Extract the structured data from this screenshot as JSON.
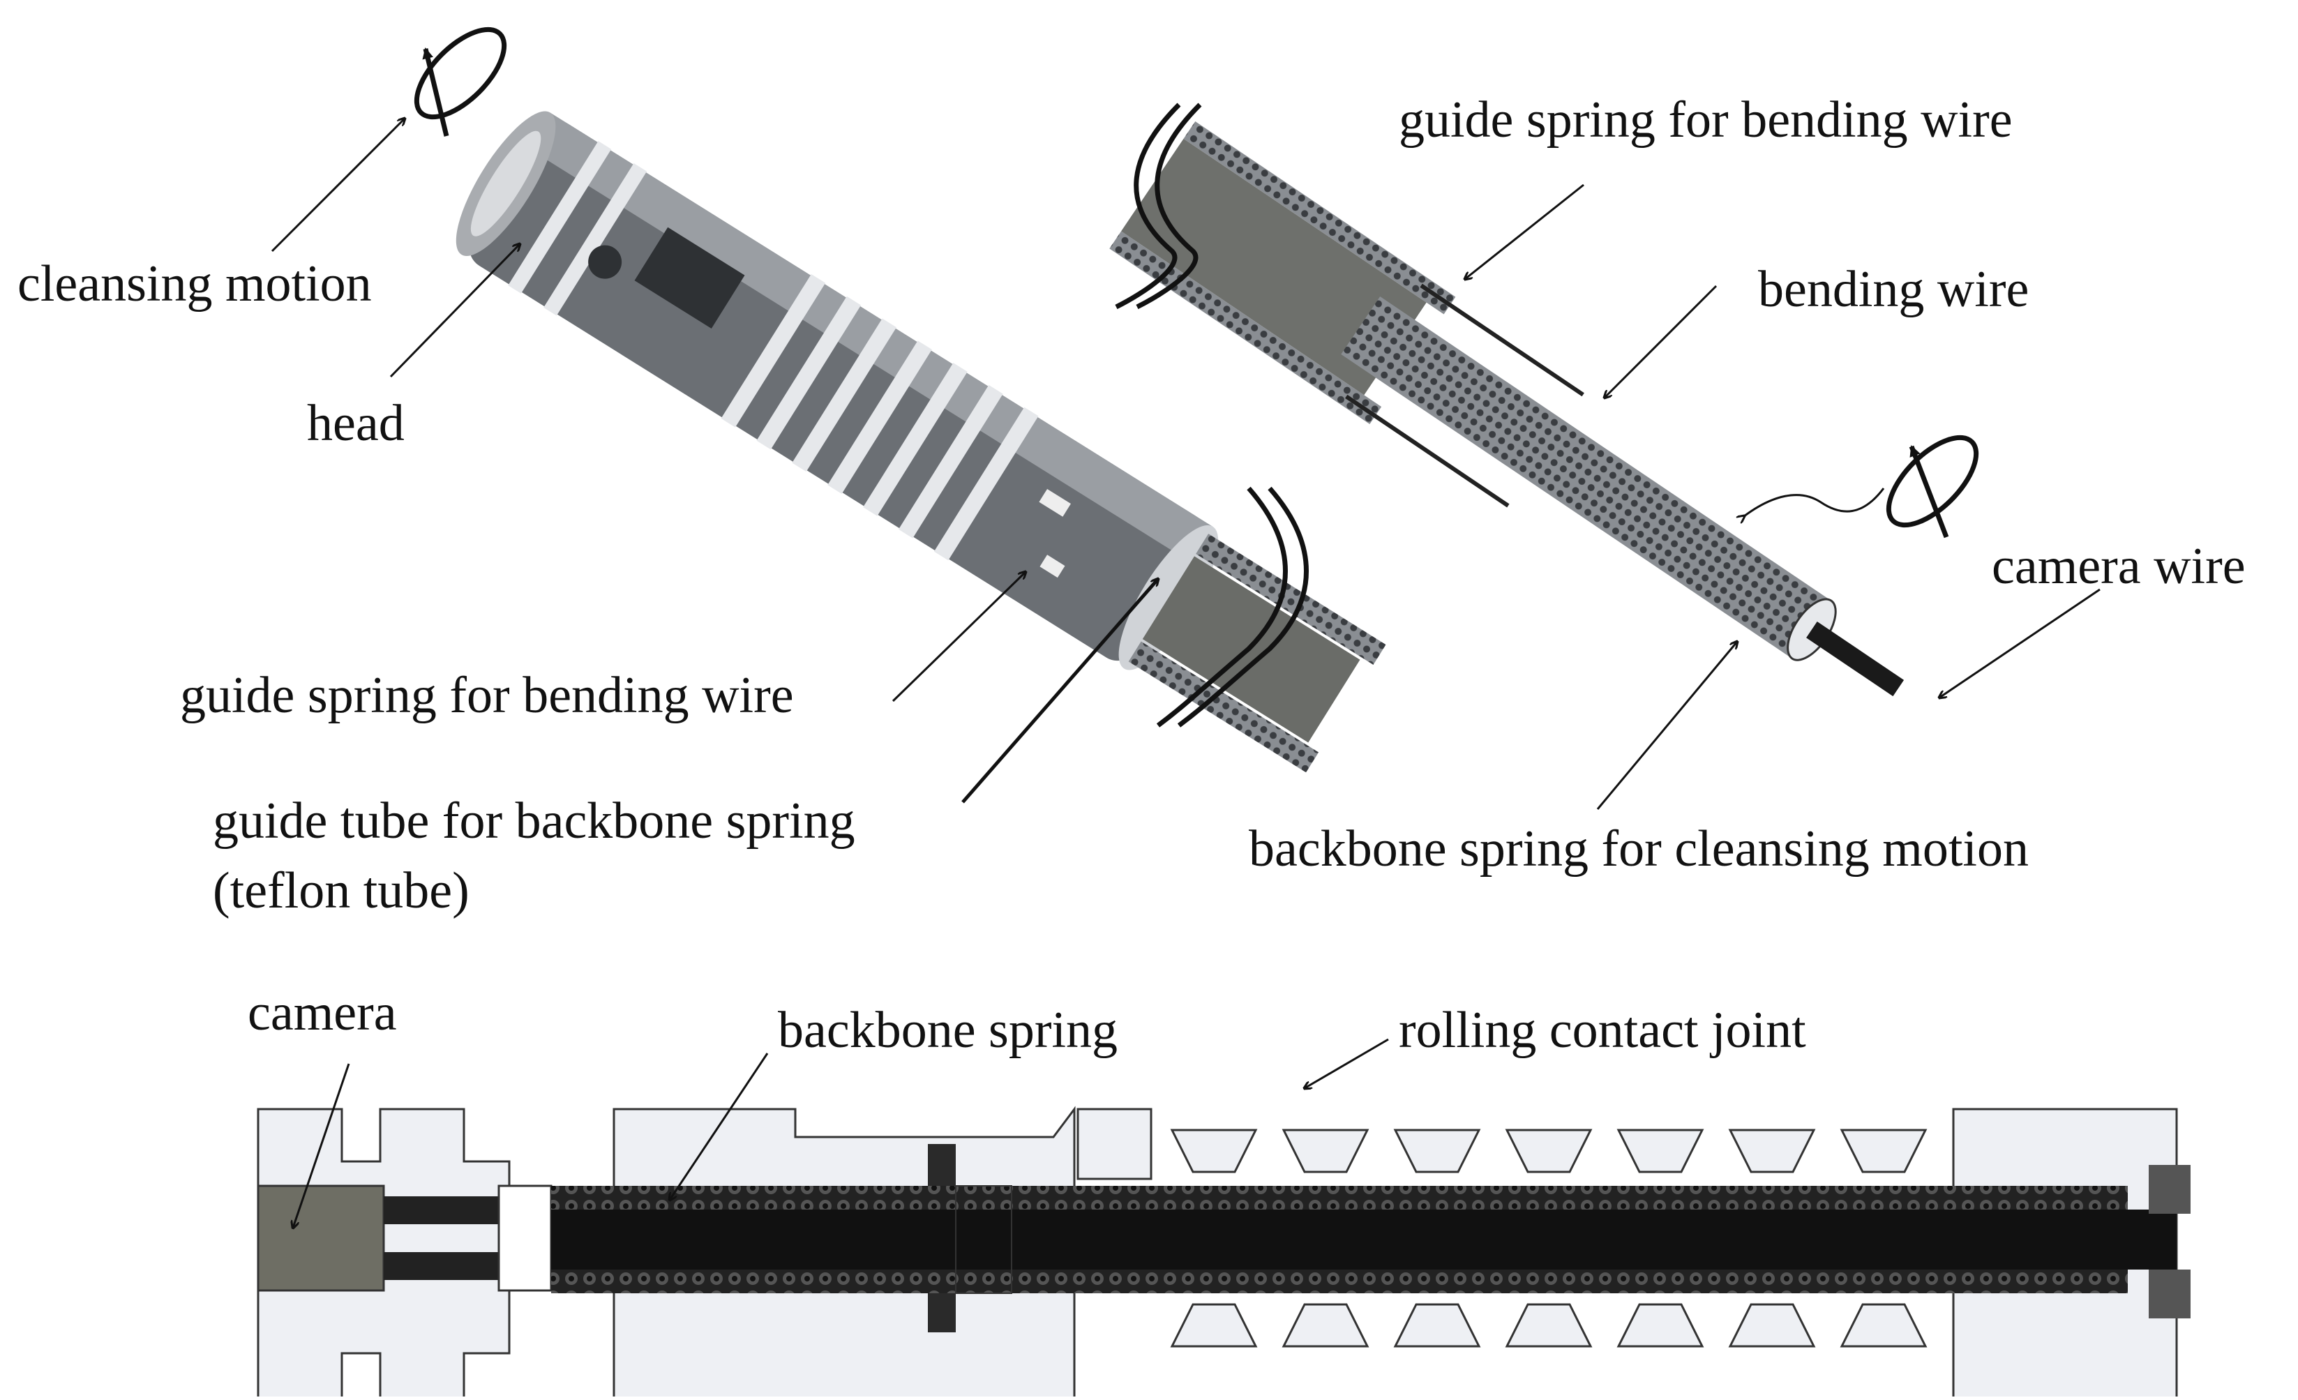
{
  "labels": {
    "cleansing_motion": "cleansing motion",
    "head": "head",
    "guide_spring_left": "guide spring for bending wire",
    "guide_tube_line1": "guide tube for backbone  spring",
    "guide_tube_line2": "(teflon tube)",
    "guide_spring_right": "guide spring for bending wire",
    "bending_wire": "bending wire",
    "camera_wire": "camera wire",
    "backbone_spring_cleansing": "backbone spring for cleansing motion",
    "camera": "camera",
    "backbone_spring": "backbone spring",
    "rolling_contact_joint": "rolling contact joint"
  },
  "colors": {
    "ink": "#111111",
    "metal_dark": "#5f6368",
    "metal_mid": "#8a8e93",
    "metal_light": "#c9ccd0",
    "camera_block": "#6e6e64",
    "section_fill": "#e9ecf3"
  }
}
